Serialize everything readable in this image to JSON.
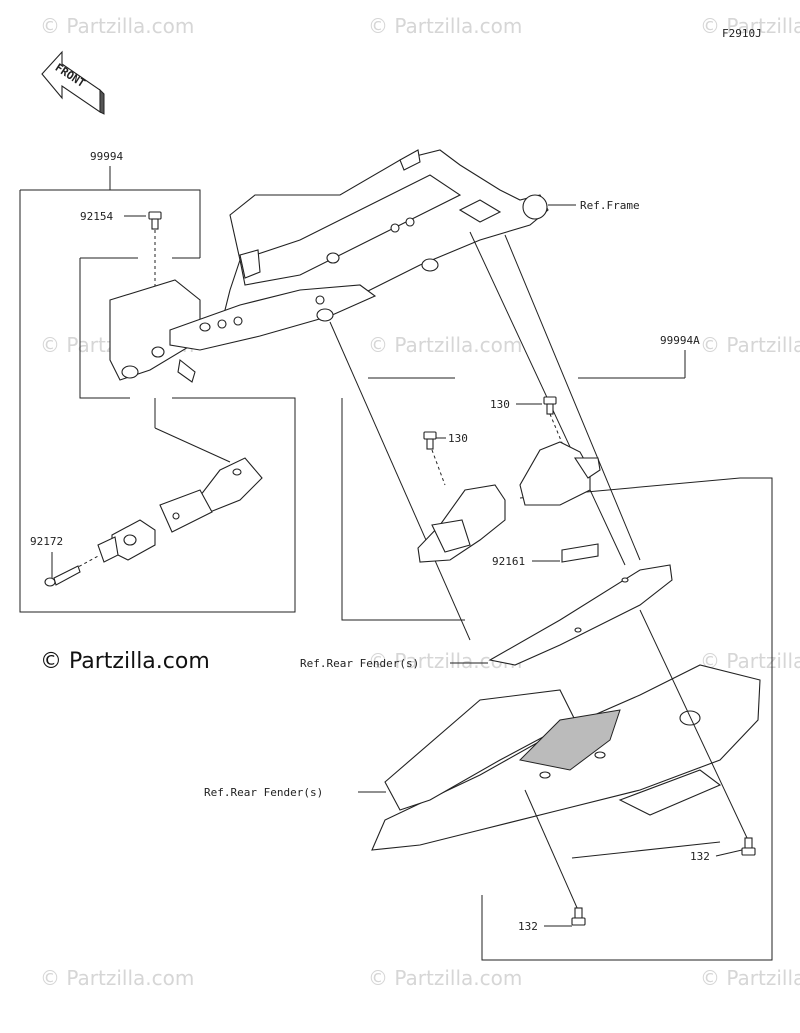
{
  "figure_code": "F2910J",
  "front_badge": "FRONT",
  "watermark": "© Partzilla.com",
  "brand": "© Partzilla.com",
  "callouts": {
    "kit_left": "99994",
    "kit_right": "99994A",
    "bolt_92154": "92154",
    "bolt_92172": "92172",
    "ref_frame": "Ref.Frame",
    "bolt_130_a": "130",
    "bolt_130_b": "130",
    "pad_92161": "92161",
    "ref_fender_1": "Ref.Rear Fender(s)",
    "ref_fender_2": "Ref.Rear Fender(s)",
    "bolt_132_a": "132",
    "bolt_132_b": "132"
  }
}
